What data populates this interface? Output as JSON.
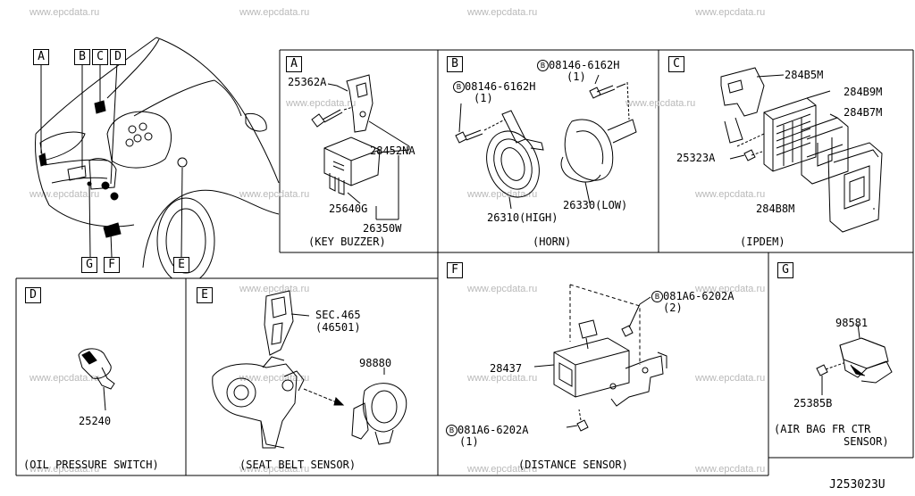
{
  "watermark": "www.epcdata.ru",
  "diagram_code": "J253023U",
  "overview": {
    "callouts": [
      "A",
      "B",
      "C",
      "D",
      "E",
      "F",
      "G"
    ]
  },
  "panels": {
    "A": {
      "letter": "A",
      "caption": "(KEY BUZZER)",
      "parts": [
        "25362A",
        "28452NA",
        "25640G",
        "26350W"
      ]
    },
    "B": {
      "letter": "B",
      "caption": "(HORN)",
      "bolt_prefix": "B",
      "bolt_1": "08146-6162H",
      "bolt_1_qty": "(1)",
      "bolt_2": "08146-6162H",
      "bolt_2_qty": "(1)",
      "parts": [
        "26310(HIGH)",
        "26330(LOW)"
      ]
    },
    "C": {
      "letter": "C",
      "caption": "(IPDEM)",
      "parts": [
        "284B5M",
        "284B9M",
        "284B7M",
        "25323A",
        "284B8M"
      ]
    },
    "D": {
      "letter": "D",
      "caption": "(OIL PRESSURE SWITCH)",
      "parts": [
        "25240"
      ]
    },
    "E": {
      "letter": "E",
      "caption": "(SEAT BELT SENSOR)",
      "sec_ref": "SEC.465",
      "sec_sub": "(46501)",
      "parts": [
        "98880"
      ]
    },
    "F": {
      "letter": "F",
      "caption": "(DISTANCE SENSOR)",
      "bolt_prefix": "B",
      "bolt_1": "081A6-6202A",
      "bolt_1_qty": "(2)",
      "bolt_2": "081A6-6202A",
      "bolt_2_qty": "(1)",
      "parts": [
        "28437"
      ]
    },
    "G": {
      "letter": "G",
      "caption_1": "(AIR BAG FR CTR",
      "caption_2": "SENSOR)",
      "parts": [
        "98581",
        "25385B"
      ]
    }
  }
}
